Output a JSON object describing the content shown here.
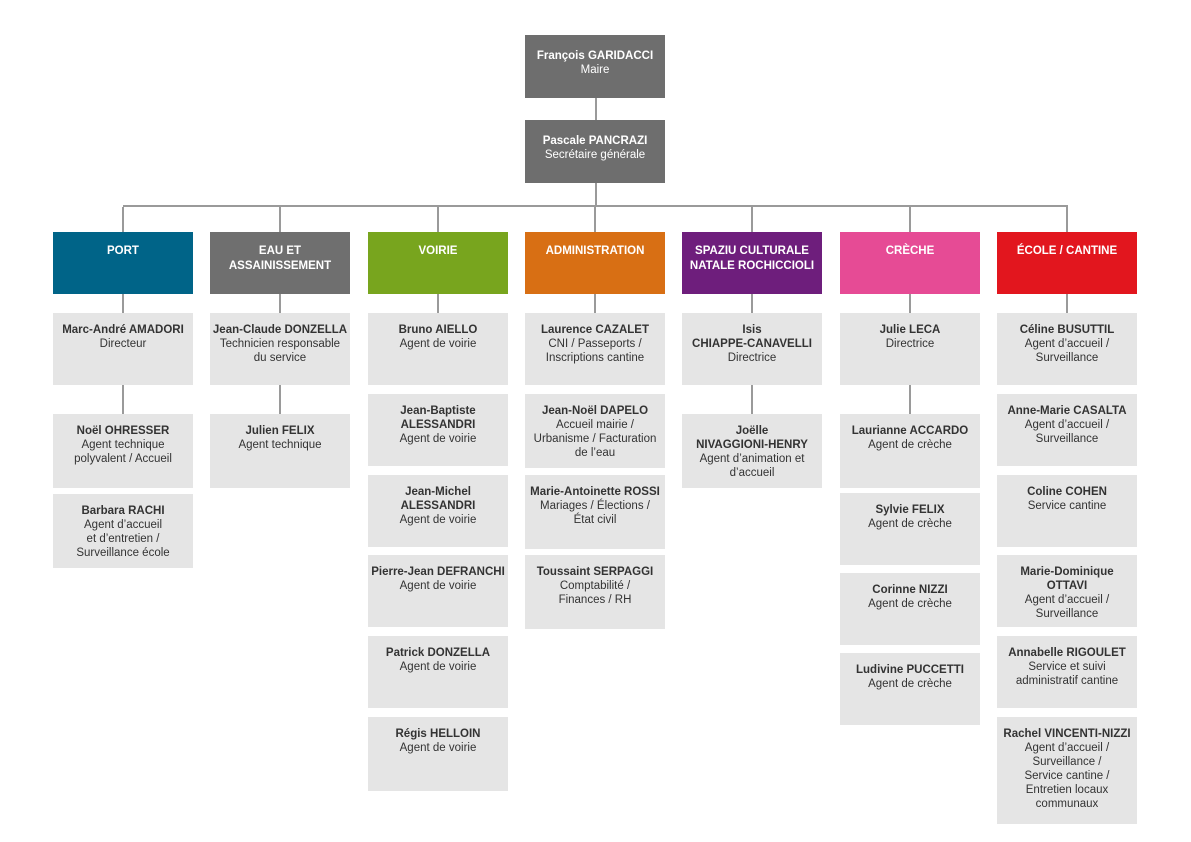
{
  "colors": {
    "port": "#006488",
    "eau": "#6f6f6f",
    "voirie": "#78a51e",
    "administration": "#d86f14",
    "spaziu": "#6e1e7c",
    "creche": "#e64b95",
    "ecole": "#e2161e"
  },
  "top": [
    {
      "name": "François GARIDACCI",
      "role": "Maire"
    },
    {
      "name": "Pascale PANCRAZI",
      "role": "Secrétaire générale"
    }
  ],
  "departments": [
    {
      "title": "PORT",
      "color": "#006488",
      "staff": [
        {
          "name": "Marc-André AMADORI",
          "role": "Directeur"
        },
        {
          "name": "Noël OHRESSER",
          "role": "Agent technique\npolyvalent / Accueil"
        },
        {
          "name": "Barbara RACHI",
          "role": "Agent d’accueil\net d’entretien /\nSurveillance école"
        }
      ]
    },
    {
      "title": "EAU ET\nASSAINISSEMENT",
      "color": "#6f6f6f",
      "staff": [
        {
          "name": "Jean-Claude DONZELLA",
          "role": "Technicien responsable\ndu service"
        },
        {
          "name": "Julien FELIX",
          "role": "Agent technique"
        }
      ]
    },
    {
      "title": "VOIRIE",
      "color": "#78a51e",
      "staff": [
        {
          "name": "Bruno AIELLO",
          "role": "Agent de voirie"
        },
        {
          "name": "Jean-Baptiste\nALESSANDRI",
          "role": "Agent de voirie"
        },
        {
          "name": "Jean-Michel\nALESSANDRI",
          "role": "Agent de voirie"
        },
        {
          "name": "Pierre-Jean DEFRANCHI",
          "role": "Agent de voirie"
        },
        {
          "name": "Patrick DONZELLA",
          "role": "Agent de voirie"
        },
        {
          "name": "Régis HELLOIN",
          "role": "Agent de voirie"
        }
      ]
    },
    {
      "title": "ADMINISTRATION",
      "color": "#d86f14",
      "staff": [
        {
          "name": "Laurence CAZALET",
          "role": "CNI / Passeports /\nInscriptions cantine"
        },
        {
          "name": "Jean-Noël DAPELO",
          "role": "Accueil mairie /\nUrbanisme / Facturation\nde l’eau"
        },
        {
          "name": "Marie-Antoinette ROSSI",
          "role": "Mariages / Élections /\nÉtat civil"
        },
        {
          "name": "Toussaint SERPAGGI",
          "role": "Comptabilité /\nFinances / RH"
        }
      ]
    },
    {
      "title": "SPAZIU CULTURALE\nNATALE ROCHICCIOLI",
      "color": "#6e1e7c",
      "staff": [
        {
          "name": "Isis\nCHIAPPE-CANAVELLI",
          "role": "Directrice"
        },
        {
          "name": "Joëlle\nNIVAGGIONI-HENRY",
          "role": "Agent d’animation et\nd’accueil"
        }
      ]
    },
    {
      "title": "CRÈCHE",
      "color": "#e64b95",
      "staff": [
        {
          "name": "Julie LECA",
          "role": "Directrice"
        },
        {
          "name": "Laurianne ACCARDO",
          "role": "Agent de crèche"
        },
        {
          "name": "Sylvie FELIX",
          "role": "Agent de crèche"
        },
        {
          "name": "Corinne NIZZI",
          "role": "Agent de crèche"
        },
        {
          "name": "Ludivine PUCCETTI",
          "role": "Agent de crèche"
        }
      ]
    },
    {
      "title": "ÉCOLE / CANTINE",
      "color": "#e2161e",
      "staff": [
        {
          "name": "Céline BUSUTTIL",
          "role": "Agent d’accueil /\nSurveillance"
        },
        {
          "name": "Anne-Marie CASALTA",
          "role": "Agent d’accueil /\nSurveillance"
        },
        {
          "name": "Coline COHEN",
          "role": "Service cantine"
        },
        {
          "name": "Marie-Dominique\nOTTAVI",
          "role": "Agent d’accueil /\nSurveillance"
        },
        {
          "name": "Annabelle RIGOULET",
          "role": "Service et suivi\nadministratif cantine"
        },
        {
          "name": "Rachel VINCENTI-NIZZI",
          "role": "Agent d’accueil /\nSurveillance /\nService cantine /\nEntretien locaux\ncommunaux"
        }
      ]
    }
  ]
}
